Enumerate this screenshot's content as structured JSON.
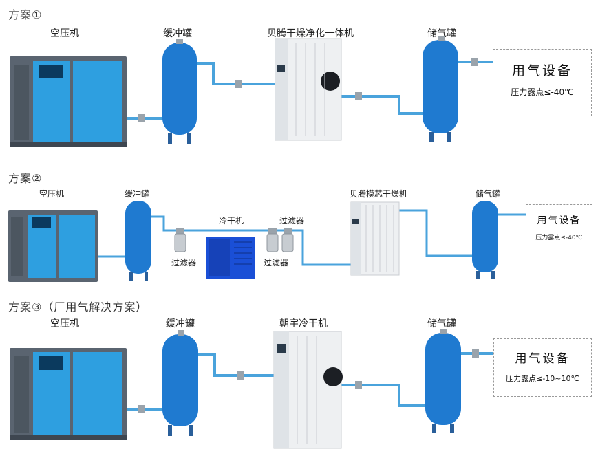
{
  "colors": {
    "tank": "#1f7ad0",
    "pipe": "#4aa3dc",
    "compressor_body": "#5a6470",
    "compressor_panel": "#2e9fe0",
    "dryer_white": "#eef0f2",
    "fridge_dryer": "#1a4fd6"
  },
  "icons": [
    "compressor-icon",
    "tank-icon",
    "dryer-icon",
    "filter-icon",
    "fridge-dryer-icon",
    "membrane-dryer-icon"
  ],
  "scheme1": {
    "title": "方案①",
    "compressor": "空压机",
    "buffer_tank": "缓冲罐",
    "dryer": "贝腾干燥净化一体机",
    "storage_tank": "储气罐",
    "dest_title": "用气设备",
    "dest_sub": "压力露点≤-40℃"
  },
  "scheme2": {
    "title": "方案②",
    "compressor": "空压机",
    "buffer_tank": "缓冲罐",
    "filter_a": "过滤器",
    "cold_dryer": "冷干机",
    "filter_b": "过滤器",
    "filter_c": "过滤器",
    "membrane_dryer": "贝腾模芯干燥机",
    "storage_tank": "储气罐",
    "dest_title": "用气设备",
    "dest_sub": "压力露点≤-40℃"
  },
  "scheme3": {
    "title": "方案③（厂用气解决方案）",
    "compressor": "空压机",
    "buffer_tank": "缓冲罐",
    "dryer": "朝宇冷干机",
    "storage_tank": "储气罐",
    "dest_title": "用气设备",
    "dest_sub": "压力露点≤-10~10℃"
  }
}
